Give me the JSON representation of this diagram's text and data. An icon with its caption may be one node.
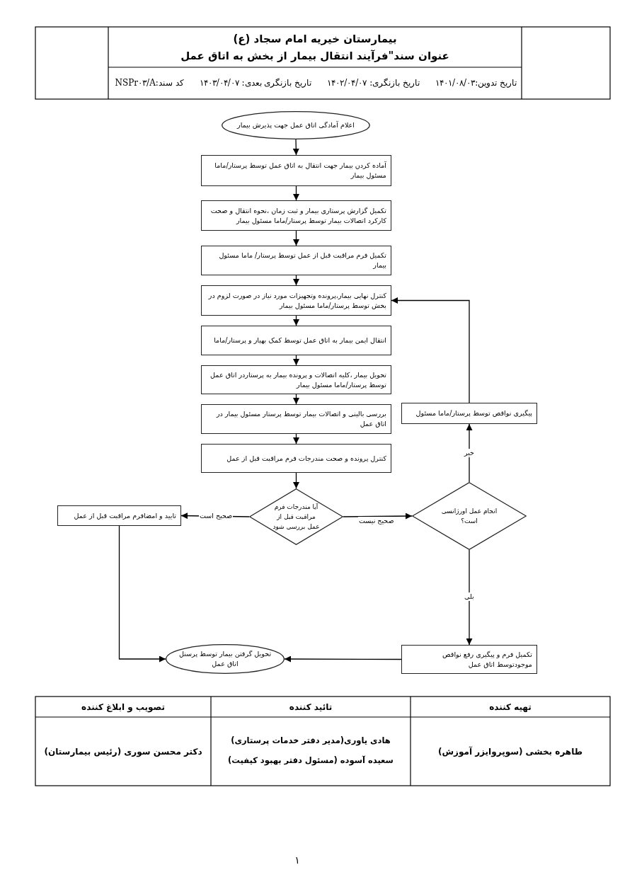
{
  "diagram": {
    "nodes": [
      {
        "text": [
          "اعلام آمادگی اتاق عمل جهت پذیرش بیمار"
        ]
      },
      {
        "text": [
          "آماده کردن بیمار جهت انتقال به اتاق عمل توسط پرستار/ماما مسئول بیمار"
        ]
      },
      {
        "text": [
          "تکمیل گزارش پرستاری بیمار و ثبت زمان ،نحوه انتقال و صحت کارکرد اتصالات بیمار توسط پرستار/ماما مسئول بیمار"
        ]
      },
      {
        "text": [
          "تکمیل فرم مراقبت قبل از عمل توسط پرستار/ ماما مسئول بیمار"
        ]
      },
      {
        "text": [
          "کنترل نهایی بیمار،پرونده وتجهیزات مورد نیاز در صورت لزوم در بخش توسط پرستار/ماما مسئول بیمار"
        ]
      },
      {
        "text": [
          "انتقال ایمن بیمار به اتاق عمل توسط کمک بهیار و پرستار/ماما"
        ]
      },
      {
        "text": [
          "تحویل بیمار ،کلیه اتصالات و پرونده بیمار به پرستاردر اتاق عمل توسط پرستار/ماما مسئول بیمار"
        ]
      },
      {
        "text": [
          "بررسی بالینی و اتصالات بیمار توسط پرستار مسئول بیمار در اتاق عمل"
        ]
      },
      {
        "text": [
          "کنترل پرونده و صحت مندرجات فرم مراقبت قبل از عمل"
        ]
      },
      {
        "text": [
          "آیا مندرجات فرم مراقبت قبل از عمل بررسی شود"
        ]
      },
      {
        "text": [
          "تایید و امضافرم مراقبت قبل از عمل"
        ]
      },
      {
        "text": [
          "انجام عمل اورژانسی است؟"
        ]
      },
      {
        "text": [
          "پیگیری نواقص توسط پرستار/ماما مسئول"
        ]
      },
      {
        "text": [
          "تکمیل فرم و پیگیری رفع نواقص موجودتوسط اتاق عمل"
        ]
      },
      {
        "text": [
          "تحویل گرفتن بیمار توسط پرسنل اتاق عمل"
        ]
      }
    ],
    "edges": [
      {
        "from": 0,
        "to": 1,
        "arrow": "to"
      },
      {
        "from": 1,
        "to": 2,
        "arrow": "to"
      },
      {
        "from": 2,
        "to": 3,
        "arrow": "to"
      },
      {
        "from": 3,
        "to": 4,
        "arrow": "to"
      },
      {
        "from": 4,
        "to": 5,
        "arrow": "to"
      },
      {
        "from": 5,
        "to": 6,
        "arrow": "to"
      },
      {
        "from": 6,
        "to": 7,
        "arrow": "to"
      },
      {
        "from": 7,
        "to": 8,
        "arrow": "to"
      },
      {
        "from": 8,
        "to": 9,
        "arrow": "to"
      },
      {
        "from": 9,
        "to": 10,
        "arrow": "to",
        "label": "صحیح است"
      },
      {
        "from": 9,
        "to": 11,
        "arrow": "to",
        "label": "صحیح نیست"
      },
      {
        "from": 11,
        "to": 12,
        "arrow": "to",
        "label": "خیر"
      },
      {
        "from": 12,
        "to": 4,
        "arrow": "to"
      },
      {
        "from": 11,
        "to": 13,
        "arrow": "to",
        "label": "بلی"
      },
      {
        "from": 13,
        "to": 14,
        "arrow": "to"
      },
      {
        "from": 10,
        "to": 14,
        "arrow": "to"
      }
    ],
    "labels": [
      "بیمارستان خیریه امام سجاد (ع)",
      "عنوان سند\"فرآیند انتقال بیمار از بخش به اتاق عمل",
      "تاریخ تدوین:۱۴۰۱/۰۸/۰۳",
      "تاریخ بازنگری: ۱۴۰۲/۰۴/۰۷",
      "تاریخ بازنگری بعدی: ۱۴۰۳/۰۴/۰۷",
      "کد سند:NSPr۰۳/A",
      "تهیه کننده",
      "تائید کننده",
      "تصویب و ابلاغ کننده",
      "طاهره بخشی (سوپروایزر آموزش)",
      "هادی یاوری(مدیر دفتر خدمات پرستاری)",
      "سعیده آسوده (مسئول دفتر بهبود کیفیت)",
      "دکتر محسن سوری (رئیس بیمارستان)",
      "۱"
    ]
  }
}
